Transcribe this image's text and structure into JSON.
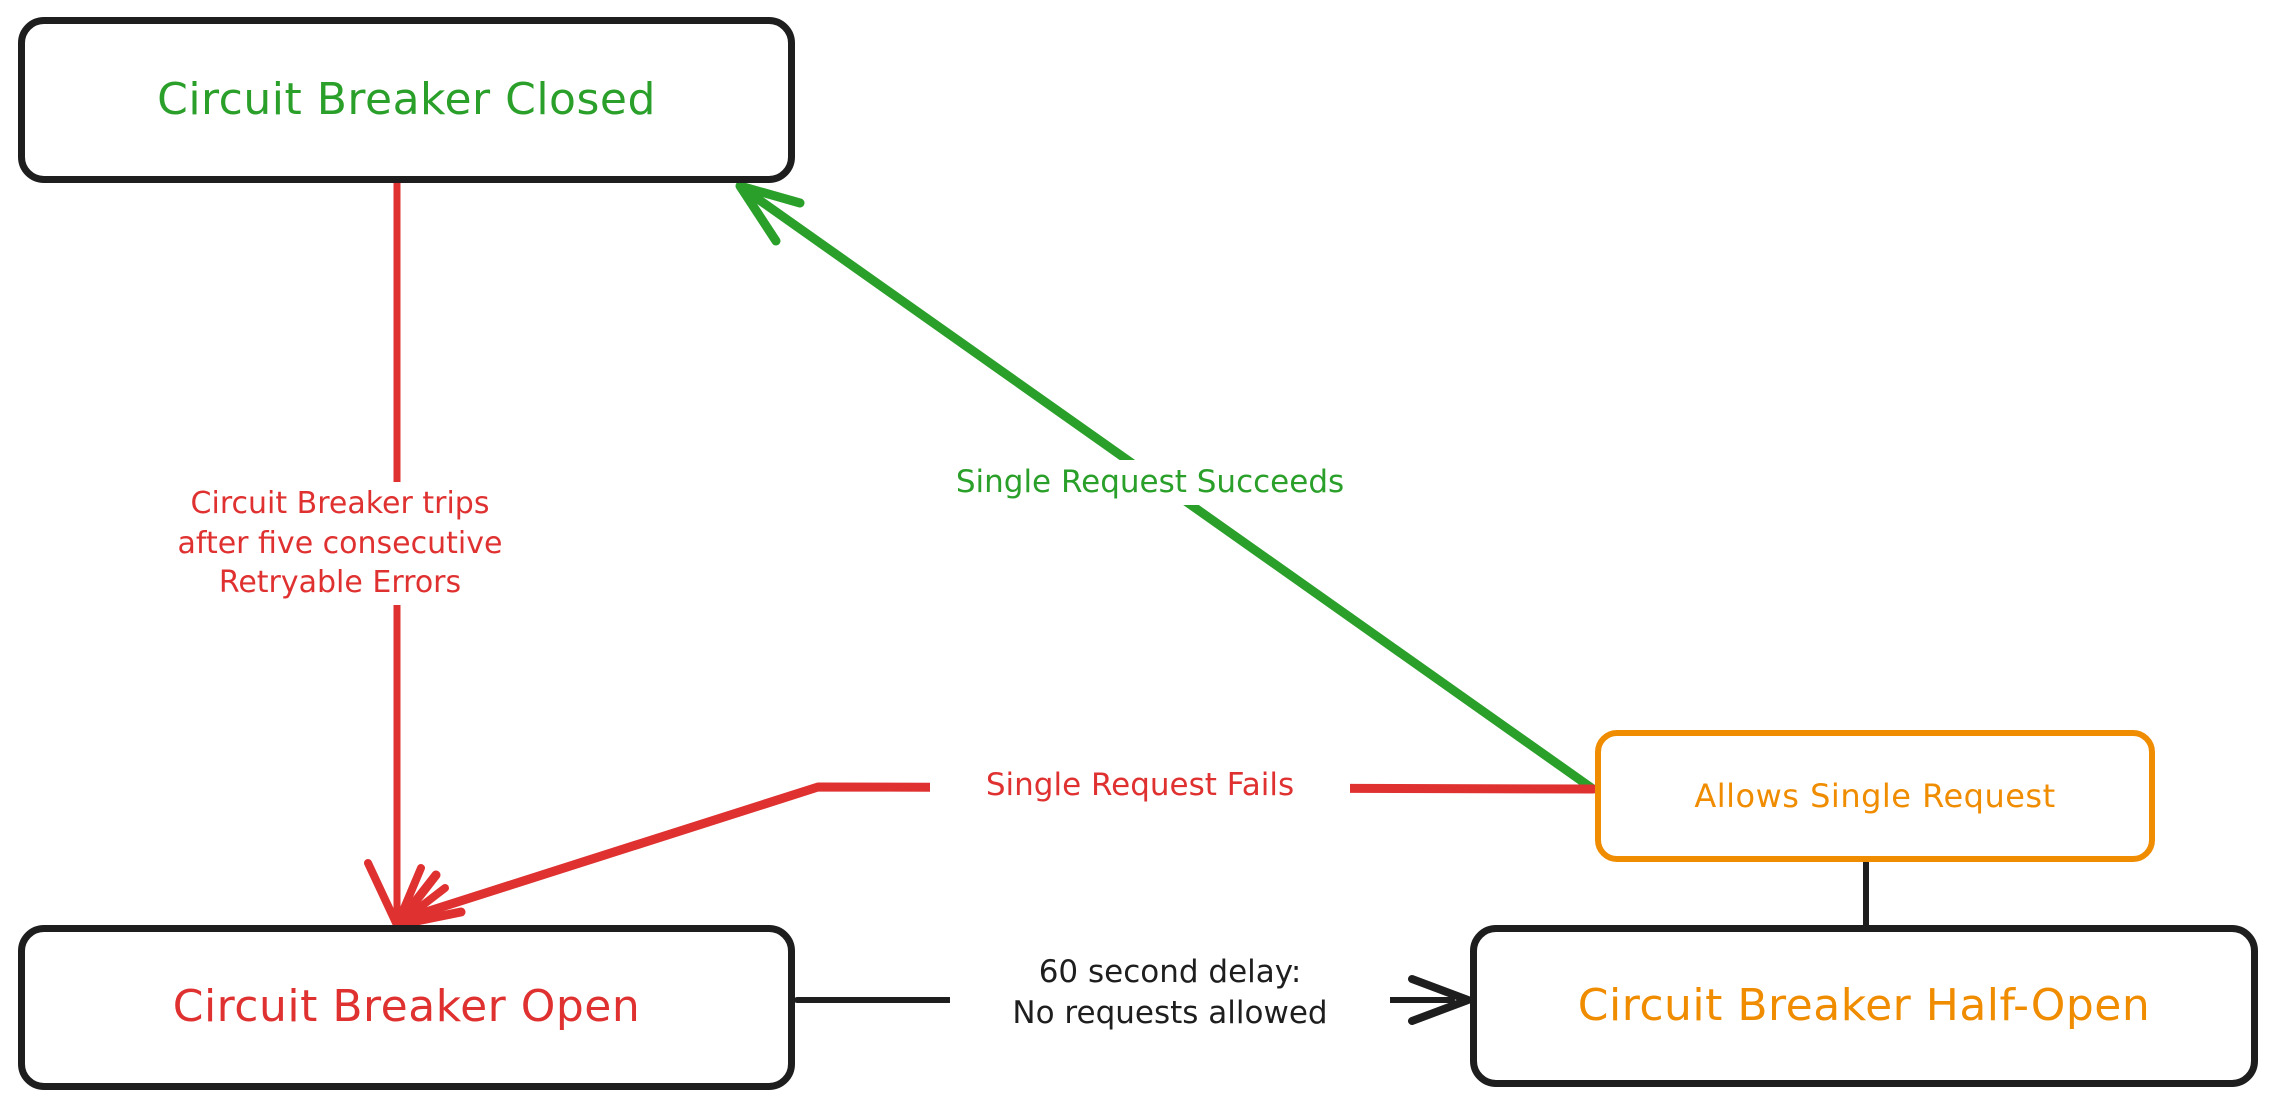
{
  "diagram": {
    "title": "Circuit Breaker State Diagram",
    "type": "state-diagram",
    "colors": {
      "green": "#2aa02a",
      "red": "#e03131",
      "orange": "#f08c00",
      "black": "#1e1e1e",
      "background": "#ffffff"
    },
    "nodes": [
      {
        "id": "closed",
        "label": "Circuit Breaker Closed",
        "text_color": "#2aa02a",
        "border_color": "#1e1e1e"
      },
      {
        "id": "open",
        "label": "Circuit Breaker Open",
        "text_color": "#e03131",
        "border_color": "#1e1e1e"
      },
      {
        "id": "half_open",
        "label": "Circuit Breaker Half-Open",
        "text_color": "#f08c00",
        "border_color": "#1e1e1e"
      },
      {
        "id": "allows_single_request",
        "label": "Allows Single Request",
        "text_color": "#f08c00",
        "border_color": "#f08c00"
      }
    ],
    "edges": [
      {
        "id": "closed-to-open",
        "from": "closed",
        "to": "open",
        "label": "Circuit Breaker trips\nafter five consecutive\nRetryable Errors",
        "color": "#e03131"
      },
      {
        "id": "allows-to-closed",
        "from": "allows_single_request",
        "to": "closed",
        "label": "Single Request Succeeds",
        "color": "#2aa02a"
      },
      {
        "id": "allows-to-open",
        "from": "allows_single_request",
        "to": "open",
        "label": "Single Request Fails",
        "color": "#e03131"
      },
      {
        "id": "open-to-halfopen",
        "from": "open",
        "to": "half_open",
        "label": "60 second delay:\nNo requests allowed",
        "color": "#1e1e1e"
      },
      {
        "id": "allows-to-halfopen",
        "from": "allows_single_request",
        "to": "half_open",
        "label": "",
        "color": "#1e1e1e"
      }
    ]
  }
}
